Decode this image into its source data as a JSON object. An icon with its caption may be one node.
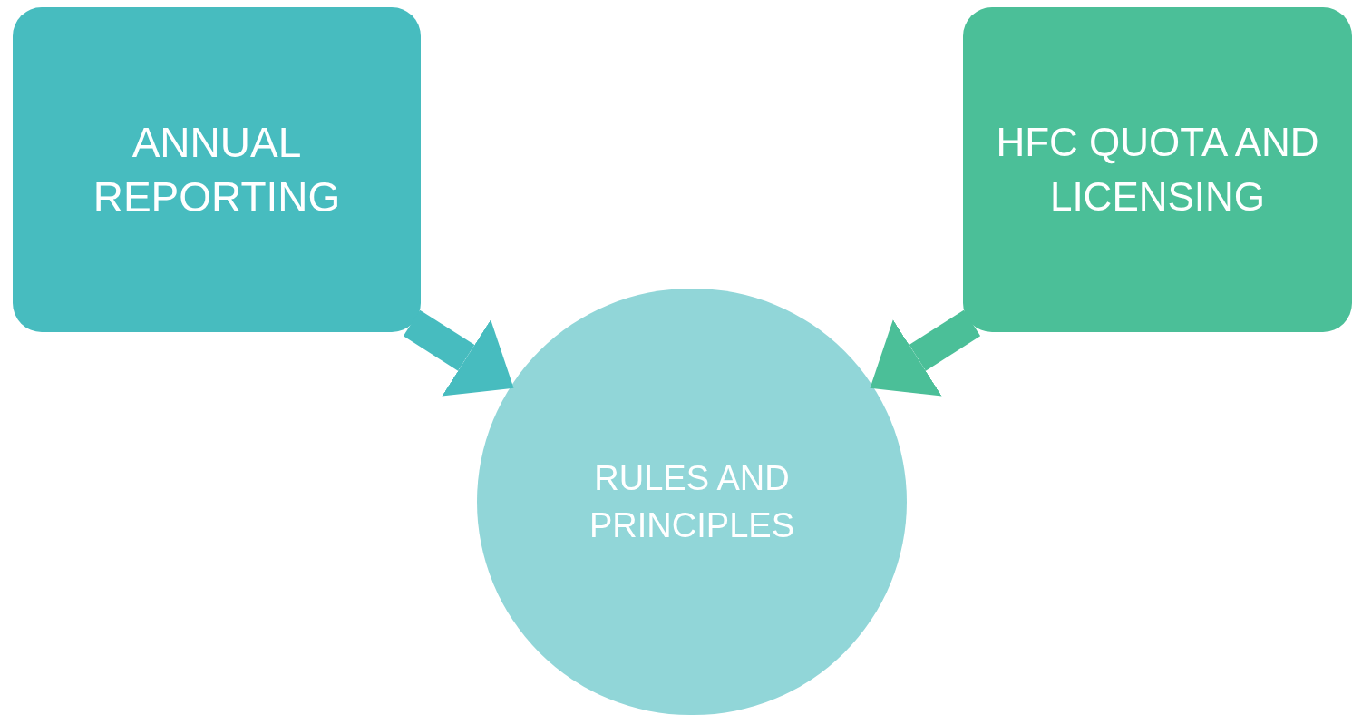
{
  "diagram": {
    "nodes": [
      {
        "text": [
          "ANNUAL REPORTING"
        ]
      },
      {
        "text": [
          "HFC QUOTA AND LICENSING"
        ]
      },
      {
        "text": [
          "RULES AND PRINCIPLES"
        ]
      }
    ],
    "edges": [
      {
        "from": 0,
        "to": 2,
        "arrow": "to",
        "color": "#47bcbf"
      },
      {
        "from": 1,
        "to": 2,
        "arrow": "to",
        "color": "#4bbf98"
      }
    ]
  }
}
